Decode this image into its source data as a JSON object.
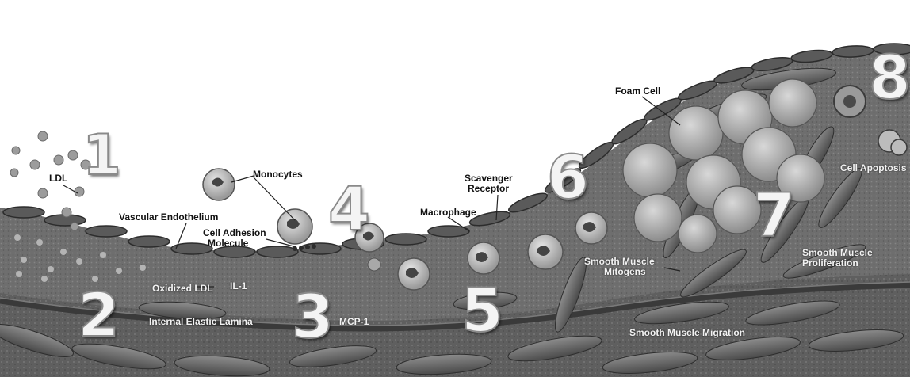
{
  "labels": {
    "ldl": "LDL",
    "monocytes": "Monocytes",
    "vascular_endothelium": "Vascular Endothelium",
    "cell_adhesion_molecule_1": "Cell Adhesion",
    "cell_adhesion_molecule_2": "Molecule",
    "macrophage": "Macrophage",
    "scavenger_receptor_1": "Scavenger",
    "scavenger_receptor_2": "Receptor",
    "foam_cell": "Foam Cell",
    "cell_apoptosis": "Cell Apoptosis",
    "oxidized_ldl": "Oxidized LDL",
    "il1": "IL-1",
    "internal_elastic_lamina": "Internal Elastic Lamina",
    "mcp1": "MCP-1",
    "smooth_muscle_mitogens_1": "Smooth Muscle",
    "smooth_muscle_mitogens_2": "Mitogens",
    "smooth_muscle_proliferation_1": "Smooth Muscle",
    "smooth_muscle_proliferation_2": "Proliferation",
    "smooth_muscle_migration": "Smooth Muscle Migration"
  },
  "steps": [
    "1",
    "2",
    "3",
    "4",
    "5",
    "6",
    "7",
    "8"
  ]
}
